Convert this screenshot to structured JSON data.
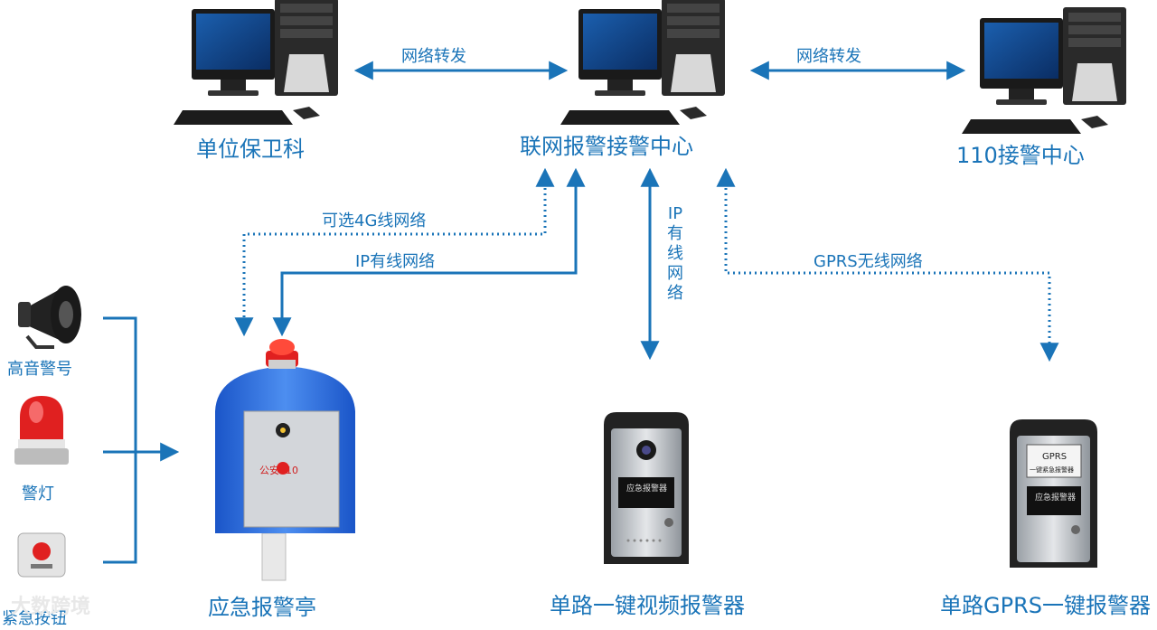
{
  "nodes": {
    "unit_security": "单位保卫科",
    "center": "联网报警接警中心",
    "police_110": "110接警中心",
    "kiosk": "应急报警亭",
    "video_alarm": "单路一键视频报警器",
    "gprs_alarm": "单路GPRS一键报警器"
  },
  "links": {
    "forward_left": "网络转发",
    "forward_right": "网络转发",
    "optional_4g": "可选4G线网络",
    "ip_wired": "IP有线网络",
    "ip_wired_vertical": [
      "IP",
      "有",
      "线",
      "网",
      "络"
    ],
    "gprs_wireless": "GPRS无线网络"
  },
  "peripherals": {
    "siren": "高音警号",
    "light": "警灯",
    "button": "紧急按钮"
  },
  "device_text": {
    "kiosk_panel": "公安110",
    "video_panel": "应急报警器",
    "gprs_panel_top": "GPRS",
    "gprs_panel_sub": "一键紧急报警器",
    "gprs_panel_mid": "应急报警器"
  },
  "watermark": "大数跨境",
  "colors": {
    "line": "#1a74b8",
    "kiosk_blue": "#1f5fd8",
    "alarm_red": "#e02020",
    "panel_silver": "#c9ccd0"
  }
}
